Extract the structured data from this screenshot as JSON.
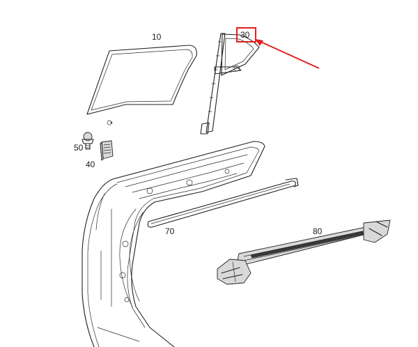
{
  "diagram": {
    "parts": [
      {
        "number": "10"
      },
      {
        "number": "30"
      },
      {
        "number": "40"
      },
      {
        "number": "50"
      },
      {
        "number": "70"
      },
      {
        "number": "80"
      }
    ],
    "highlight": {
      "part_number": "30",
      "box_color": "#e02020",
      "arrow_color": "#e02020"
    },
    "line_color": "#1f1f1f",
    "background": "#ffffff"
  }
}
